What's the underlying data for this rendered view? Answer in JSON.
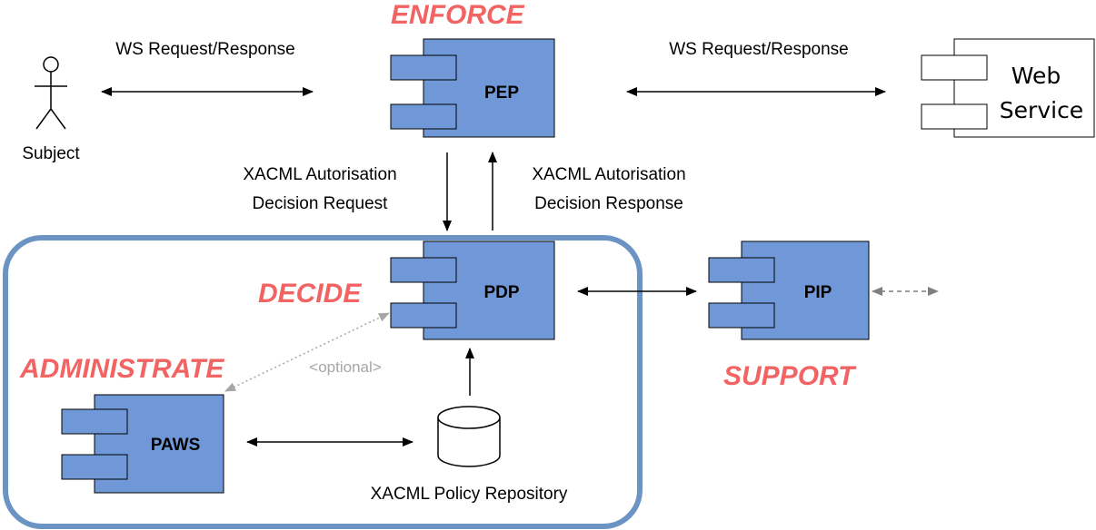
{
  "roles": {
    "enforce": "ENFORCE",
    "decide": "DECIDE",
    "administrate": "ADMINISTRATE",
    "support": "SUPPORT"
  },
  "components": {
    "pep": "PEP",
    "pdp": "PDP",
    "pip": "PIP",
    "paws": "PAWS"
  },
  "actor": {
    "label": "Subject"
  },
  "web_service": {
    "line1": "Web",
    "line2": "Service"
  },
  "labels": {
    "ws_left": "WS Request/Response",
    "ws_right": "WS Request/Response",
    "request_line1": "XACML Autorisation",
    "request_line2": "Decision Request",
    "response_line1": "XACML Autorisation",
    "response_line2": "Decision Response",
    "optional": "<optional>",
    "repository": "XACML Policy Repository"
  },
  "colors": {
    "component_fill": "#7098d8",
    "container_stroke": "#6b94c4",
    "role_text": "#f26363",
    "optional_arrow": "#a6a6a6"
  }
}
